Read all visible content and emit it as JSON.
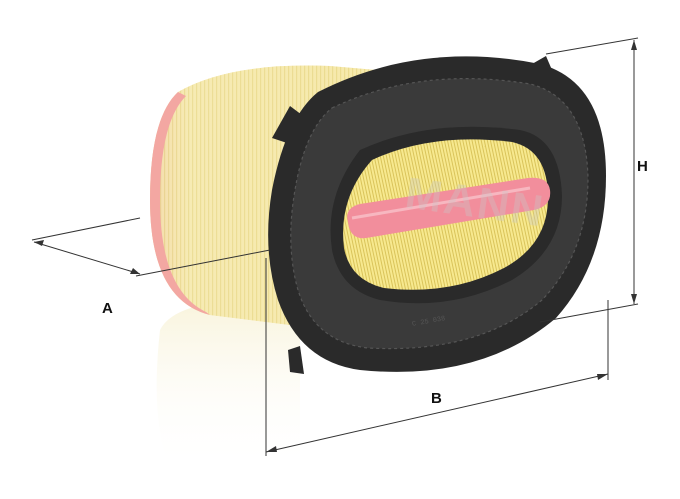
{
  "dimensions": {
    "a": "A",
    "b": "B",
    "h": "H"
  },
  "watermark": "MANN",
  "part_marking": "C 25 038",
  "colors": {
    "media": "#f4e7a6",
    "media_shade": "#e6d37a",
    "end_cap_pink": "#f4a6a6",
    "frame": "#2b2b2b",
    "dimension_lines": "#333333"
  }
}
